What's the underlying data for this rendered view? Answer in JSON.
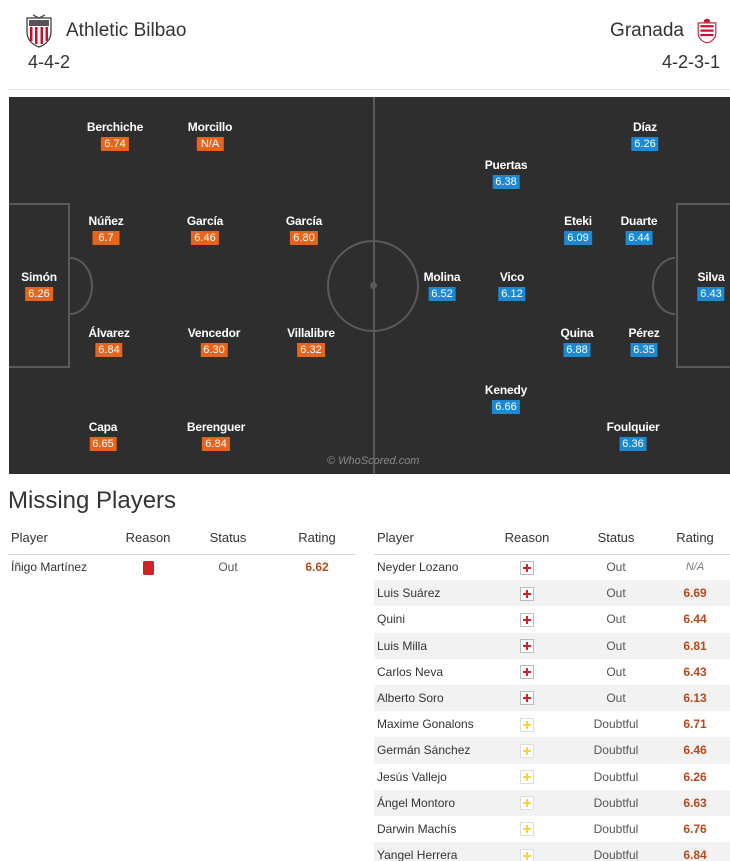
{
  "home": {
    "name": "Athletic Bilbao",
    "formation": "4-4-2",
    "crest": "athletic-bilbao-crest-icon",
    "players": [
      {
        "name": "Berchiche",
        "rating": "6.74"
      },
      {
        "name": "Morcillo",
        "rating": "N/A"
      },
      {
        "name": "Núñez",
        "rating": "6.7"
      },
      {
        "name": "García",
        "rating": "6.46"
      },
      {
        "name": "García",
        "rating": "6.80"
      },
      {
        "name": "Simón",
        "rating": "6.26"
      },
      {
        "name": "Álvarez",
        "rating": "6.84"
      },
      {
        "name": "Vencedor",
        "rating": "6.30"
      },
      {
        "name": "Villalibre",
        "rating": "6.32"
      },
      {
        "name": "Capa",
        "rating": "6.65"
      },
      {
        "name": "Berenguer",
        "rating": "6.84"
      }
    ]
  },
  "away": {
    "name": "Granada",
    "formation": "4-2-3-1",
    "crest": "granada-crest-icon",
    "players": [
      {
        "name": "Díaz",
        "rating": "6.26"
      },
      {
        "name": "Puertas",
        "rating": "6.38"
      },
      {
        "name": "Eteki",
        "rating": "6.09"
      },
      {
        "name": "Duarte",
        "rating": "6.44"
      },
      {
        "name": "Molina",
        "rating": "6.52"
      },
      {
        "name": "Vico",
        "rating": "6.12"
      },
      {
        "name": "Silva",
        "rating": "6.43"
      },
      {
        "name": "Quina",
        "rating": "6.88"
      },
      {
        "name": "Pérez",
        "rating": "6.35"
      },
      {
        "name": "Kenedy",
        "rating": "6.66"
      },
      {
        "name": "Foulquier",
        "rating": "6.36"
      }
    ]
  },
  "pitch": {
    "watermark": "© WhoScored.com"
  },
  "colors": {
    "home_rating": "#e8641b",
    "away_rating": "#1c8ad2",
    "rating_text": "#b5491d"
  },
  "missing": {
    "title": "Missing Players",
    "headers": {
      "player": "Player",
      "reason": "Reason",
      "status": "Status",
      "rating": "Rating"
    },
    "home": [
      {
        "player": "Íñigo Martínez",
        "reason": "red-card-icon",
        "status": "Out",
        "rating": "6.62"
      }
    ],
    "away": [
      {
        "player": "Neyder Lozano",
        "reason": "injury-icon",
        "status": "Out",
        "rating": "N/A"
      },
      {
        "player": "Luis Suárez",
        "reason": "injury-icon",
        "status": "Out",
        "rating": "6.69"
      },
      {
        "player": "Quini",
        "reason": "injury-icon",
        "status": "Out",
        "rating": "6.44"
      },
      {
        "player": "Luis Milla",
        "reason": "injury-icon",
        "status": "Out",
        "rating": "6.81"
      },
      {
        "player": "Carlos Neva",
        "reason": "injury-icon",
        "status": "Out",
        "rating": "6.43"
      },
      {
        "player": "Alberto Soro",
        "reason": "injury-icon",
        "status": "Out",
        "rating": "6.13"
      },
      {
        "player": "Maxime Gonalons",
        "reason": "doubtful-icon",
        "status": "Doubtful",
        "rating": "6.71"
      },
      {
        "player": "Germán Sánchez",
        "reason": "doubtful-icon",
        "status": "Doubtful",
        "rating": "6.46"
      },
      {
        "player": "Jesús Vallejo",
        "reason": "doubtful-icon",
        "status": "Doubtful",
        "rating": "6.26"
      },
      {
        "player": "Ángel Montoro",
        "reason": "doubtful-icon",
        "status": "Doubtful",
        "rating": "6.63"
      },
      {
        "player": "Darwin Machís",
        "reason": "doubtful-icon",
        "status": "Doubtful",
        "rating": "6.76"
      },
      {
        "player": "Yangel Herrera",
        "reason": "doubtful-icon",
        "status": "Doubtful",
        "rating": "6.84"
      }
    ]
  }
}
